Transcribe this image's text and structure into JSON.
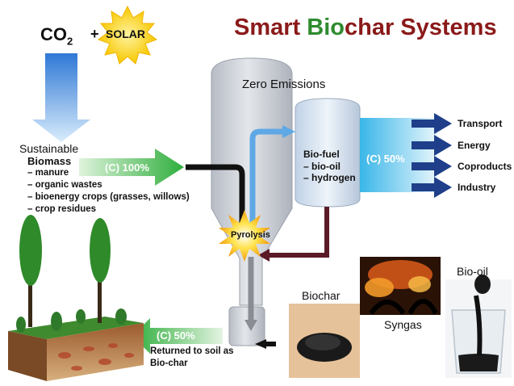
{
  "title": {
    "part1": "Smart ",
    "part2": "Bio",
    "part3": "char Systems"
  },
  "inputs": {
    "co2": "CO",
    "co2_sub": "2",
    "plus": "+",
    "solar": "SOLAR"
  },
  "reactor": {
    "zero_emissions": "Zero Emissions",
    "pyrolysis": "Pyrolysis"
  },
  "biomass": {
    "sustainable": "Sustainable",
    "label": "Biomass",
    "items": [
      "– manure",
      "– organic wastes",
      "– bioenergy crops (grasses, willows)",
      "– crop residues"
    ],
    "flow": "(C) 100%"
  },
  "biofuel": {
    "label": "Bio-fuel",
    "items": [
      "– bio-oil",
      "– hydrogen"
    ],
    "flow": "(C) 50%"
  },
  "outputs": [
    "Transport",
    "Energy",
    "Coproducts",
    "Industry"
  ],
  "return": {
    "flow": "(C) 50%",
    "text": "Returned to soil as Bio-char"
  },
  "photos": {
    "biochar": "Biochar",
    "syngas": "Syngas",
    "biooil": "Bio-oil"
  },
  "colors": {
    "title_red": "#8b1a1a",
    "title_green": "#2e8b2e",
    "green_arrow": "#2fae3c",
    "blue_arrow": "#1f3f8a",
    "reactor_gray": "#c6cad1",
    "pipe_maroon": "#5a1a26"
  }
}
